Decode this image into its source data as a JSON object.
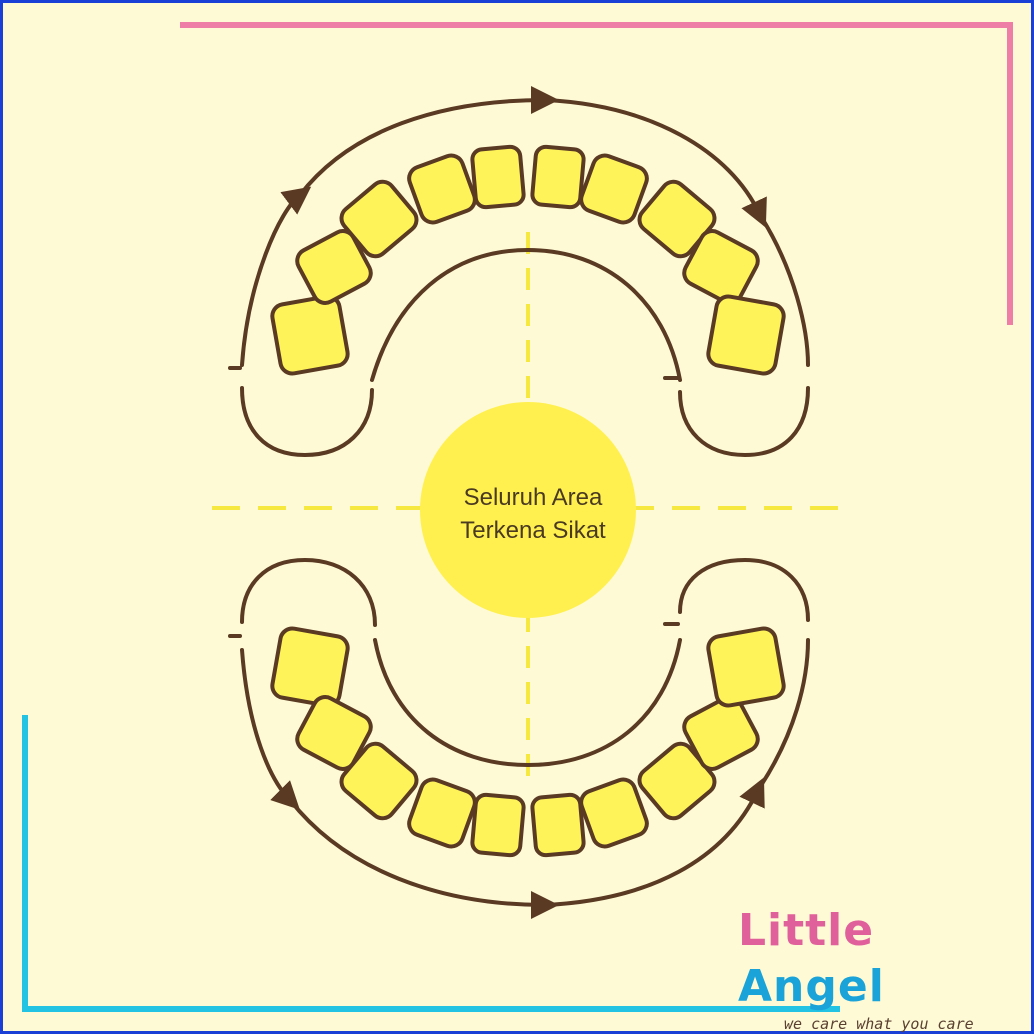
{
  "diagram": {
    "center_label_line1": "Seluruh Area",
    "center_label_line2": "Terkena Sikat"
  },
  "brand": {
    "name_part1": "Little",
    "name_part2": "Angel",
    "tagline": "we care what you care"
  },
  "colors": {
    "background": "#fefad6",
    "border": "#1a3fd6",
    "pink_corner": "#ee7ea6",
    "cyan_corner": "#22c3e3",
    "tooth_fill": "#fff35a",
    "outline": "#5a3a22",
    "center_circle": "#fff050",
    "dash_line": "#f7e840"
  },
  "icons": [
    "upper-teeth-arch-icon",
    "lower-teeth-arch-icon",
    "brushing-arrow-icon"
  ]
}
